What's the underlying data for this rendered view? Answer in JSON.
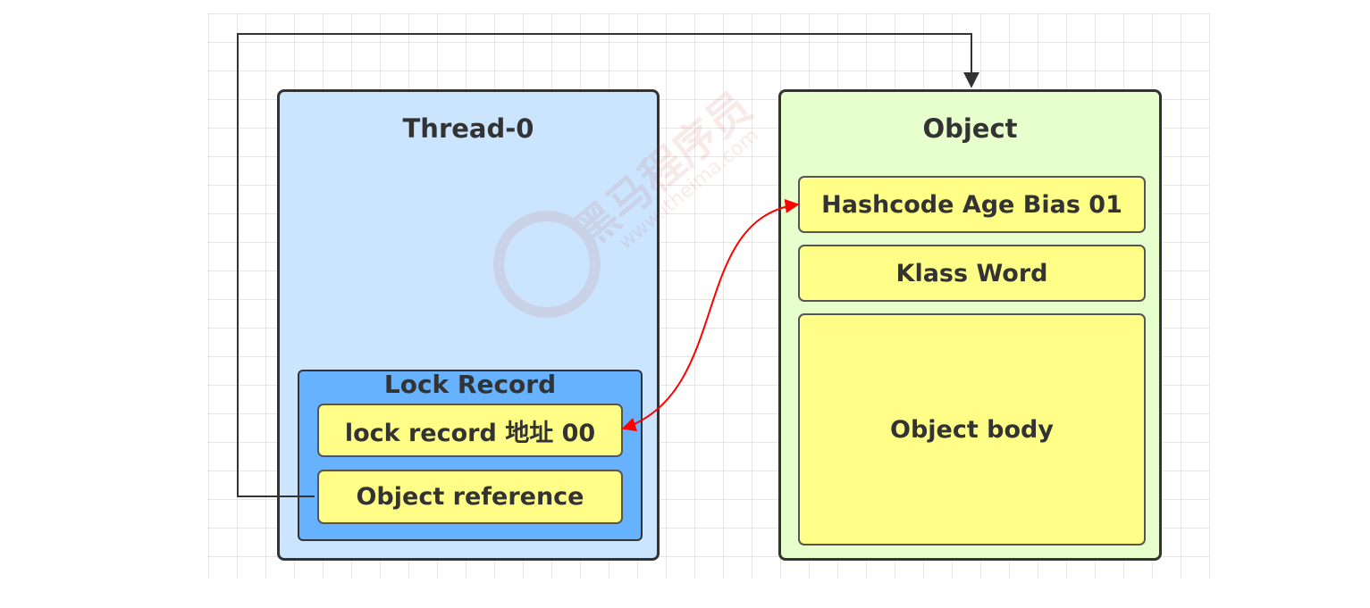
{
  "thread_panel": {
    "title": "Thread-0",
    "fill": "#cce5ff"
  },
  "lock_record": {
    "title": "Lock Record",
    "fill": "#66b2ff",
    "address_field": "lock  record 地址 00",
    "reference_field": "Object reference"
  },
  "object_panel": {
    "title": "Object",
    "fill": "#e6ffcc",
    "fields": [
      "Hashcode Age Bias 01",
      "Klass Word",
      "Object body"
    ]
  },
  "field_fill": "#ffff88",
  "connectors": {
    "reference_arrow_color": "#333333",
    "swap_arrow_color": "#ff0000"
  },
  "watermark": {
    "text": "黑马程序员",
    "url": "www.itheima.com"
  }
}
